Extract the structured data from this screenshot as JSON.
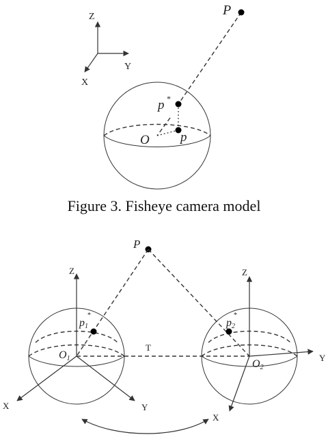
{
  "figure3": {
    "caption": "Figure 3. Fisheye camera model",
    "axes": {
      "z": "Z",
      "y": "Y",
      "x": "X"
    },
    "labels": {
      "world_point": "P",
      "proj_point": "p",
      "proj_star": "*",
      "origin": "O",
      "surface_point": "p"
    }
  },
  "figure4": {
    "world_point": "P",
    "baseline": "T",
    "left": {
      "z": "Z",
      "x": "X",
      "y": "Y",
      "origin": "O",
      "origin_sub": "1",
      "proj": "p",
      "proj_sub": "1",
      "proj_star": "*"
    },
    "right": {
      "z": "Z",
      "x": "X",
      "y": "Y",
      "origin": "O",
      "origin_sub": "2",
      "proj": "p",
      "proj_sub": "2",
      "proj_star": "*"
    }
  }
}
